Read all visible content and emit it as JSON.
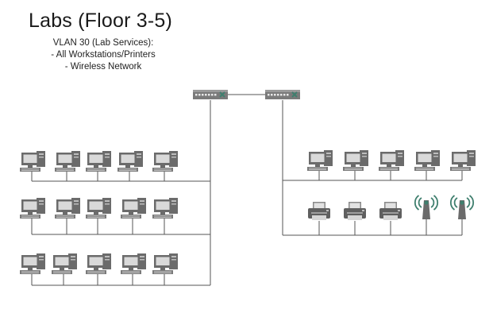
{
  "header": {
    "title": "Labs (Floor 3-5)",
    "vlan": "VLAN 30 (Lab Services):",
    "lines": [
      "- All Workstations/Printers",
      "- Wireless Network"
    ]
  },
  "colors": {
    "line": "#555555",
    "device_dark": "#6b6b6b",
    "device_light": "#bdbdbd",
    "switch_body": "#7a7a7a",
    "accent": "#3f7f6e"
  },
  "devices": {
    "switches": [
      "switch-icon",
      "switch-icon"
    ],
    "left_rows": [
      [
        "computer-icon",
        "computer-icon",
        "computer-icon",
        "computer-icon",
        "computer-icon"
      ],
      [
        "computer-icon",
        "computer-icon",
        "computer-icon",
        "computer-icon",
        "computer-icon"
      ],
      [
        "computer-icon",
        "computer-icon",
        "computer-icon",
        "computer-icon",
        "computer-icon"
      ]
    ],
    "right_rows": [
      [
        "computer-icon",
        "computer-icon",
        "computer-icon",
        "computer-icon",
        "computer-icon"
      ],
      [
        "printer-icon",
        "printer-icon",
        "printer-icon",
        "wireless-ap-icon",
        "wireless-ap-icon"
      ]
    ]
  }
}
